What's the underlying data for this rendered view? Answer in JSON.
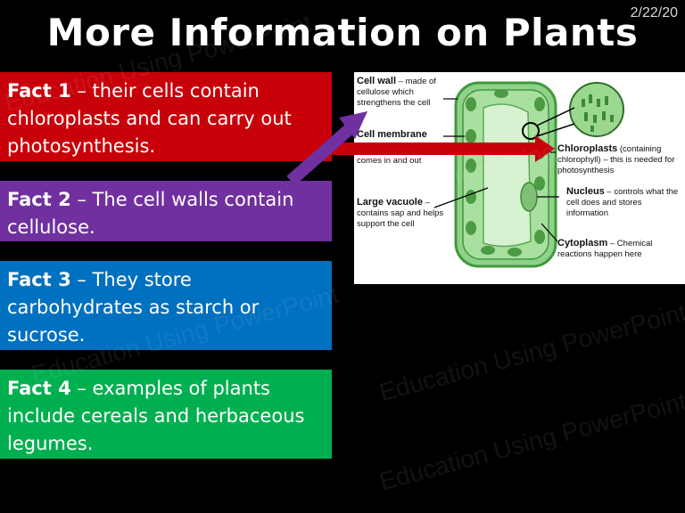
{
  "slide": {
    "date": "2/22/20",
    "title": "More Information on Plants"
  },
  "facts": [
    {
      "label": "Fact 1",
      "text": " – their cells contain chloroplasts and can carry out photosynthesis.",
      "color": "#c8000a"
    },
    {
      "label": "Fact 2",
      "text": " – The cell walls contain cellulose.",
      "color": "#7030a0"
    },
    {
      "label": "Fact 3",
      "text": " – They store carbohydrates as starch or sucrose.",
      "color": "#0070c0"
    },
    {
      "label": "Fact 4",
      "text": " – examples of plants include cereals and herbaceous legumes.",
      "color": "#00b050"
    }
  ],
  "diagram": {
    "cell_wall": {
      "name": "Cell wall",
      "desc": " – made of cellulose which strengthens the cell"
    },
    "cell_membrane": {
      "name": "Cell membrane",
      "desc": "comes in and out"
    },
    "large_vacuole": {
      "name": "Large vacuole",
      "desc": " – contains sap and helps support the cell"
    },
    "chloroplasts": {
      "name": "Chloroplasts",
      "desc": " (containing chlorophyll) – this is needed for photosynthesis"
    },
    "nucleus": {
      "name": "Nucleus",
      "desc": " – controls what the cell does and stores information"
    },
    "cytoplasm": {
      "name": "Cytoplasm",
      "desc": " – Chemical reactions happen here"
    }
  },
  "watermark": "Education Using PowerPoint",
  "colors": {
    "background": "#000000",
    "arrow_red": "#c8000a",
    "arrow_purple": "#7030a0",
    "cell_green": "#8fd18b"
  }
}
